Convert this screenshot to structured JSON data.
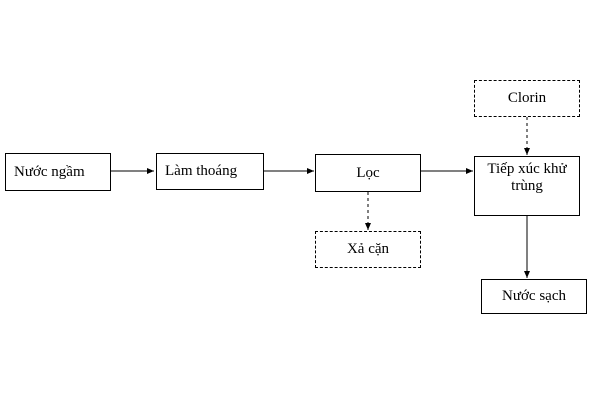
{
  "diagram": {
    "nodes": {
      "groundwater": "Nước ngầm",
      "aeration": "Làm thoáng",
      "filtration": "Lọc",
      "disinfection": "Tiếp xúc khử trùng",
      "chlorine": "Clorin",
      "sludge_discharge": "Xả cặn",
      "clean_water": "Nước sạch"
    },
    "edges": [
      {
        "from": "groundwater",
        "to": "aeration",
        "style": "solid"
      },
      {
        "from": "aeration",
        "to": "filtration",
        "style": "solid"
      },
      {
        "from": "filtration",
        "to": "disinfection",
        "style": "solid"
      },
      {
        "from": "chlorine",
        "to": "disinfection",
        "style": "dashed"
      },
      {
        "from": "filtration",
        "to": "sludge_discharge",
        "style": "dashed"
      },
      {
        "from": "disinfection",
        "to": "clean_water",
        "style": "solid"
      }
    ],
    "colors": {
      "line": "#000000",
      "box_border": "#000000",
      "background": "#ffffff"
    }
  }
}
